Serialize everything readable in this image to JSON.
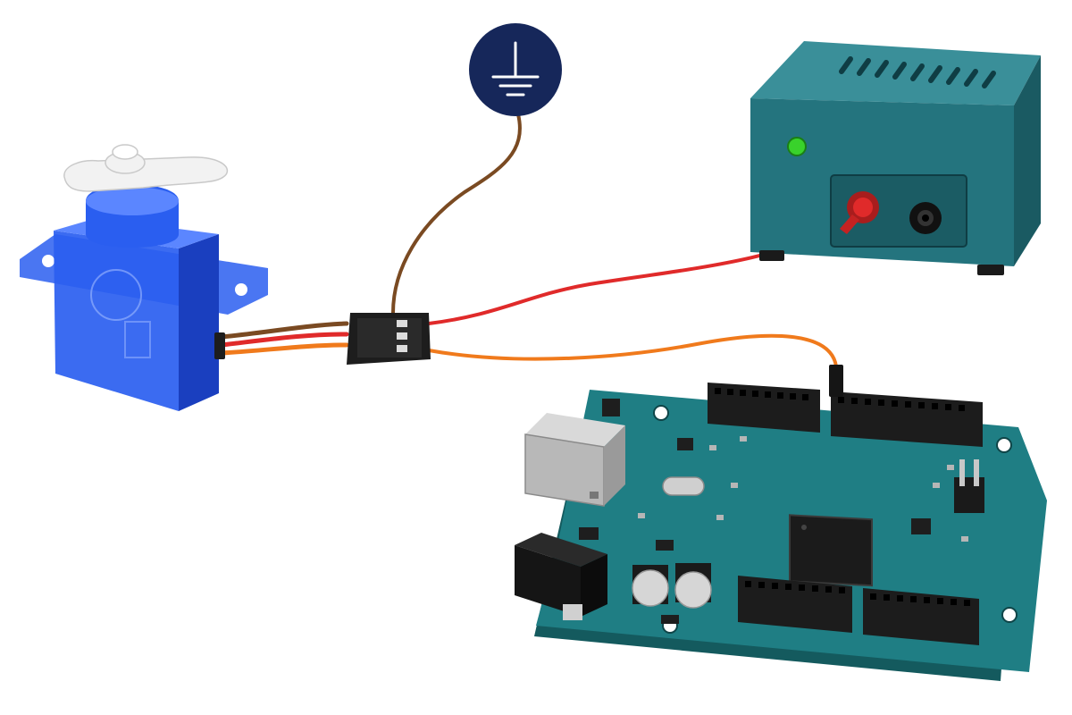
{
  "colors": {
    "background": "#ffffff",
    "ground_symbol_fill": "#16275a",
    "wire_brown": "#7a4a22",
    "wire_red": "#e02a2a",
    "wire_orange": "#f07a1c",
    "servo_blue": "#2a5ef0",
    "servo_horn": "#f2f2f2",
    "power_supply": "#24747e",
    "power_led": "#39d22b",
    "pcb": "#1f7e84",
    "header_black": "#1c1c1c",
    "connector_black": "#1d1d1d"
  },
  "components": {
    "servo": {
      "icon": "micro-servo-motor-icon"
    },
    "ground": {
      "icon": "ground-symbol-icon"
    },
    "connector": {
      "icon": "three-pin-connector-icon",
      "pins": 3
    },
    "power_supply": {
      "icon": "dc-power-supply-icon",
      "terminals": [
        "positive-red-terminal",
        "negative-black-terminal"
      ]
    },
    "board": {
      "icon": "microcontroller-board-icon"
    }
  },
  "wires": [
    {
      "name": "ground-wire",
      "color": "brown",
      "from": "connector",
      "to": "ground"
    },
    {
      "name": "power-wire",
      "color": "red",
      "from": "connector",
      "to": "power_supply"
    },
    {
      "name": "signal-wire",
      "color": "orange",
      "from": "connector",
      "to": "board"
    }
  ]
}
